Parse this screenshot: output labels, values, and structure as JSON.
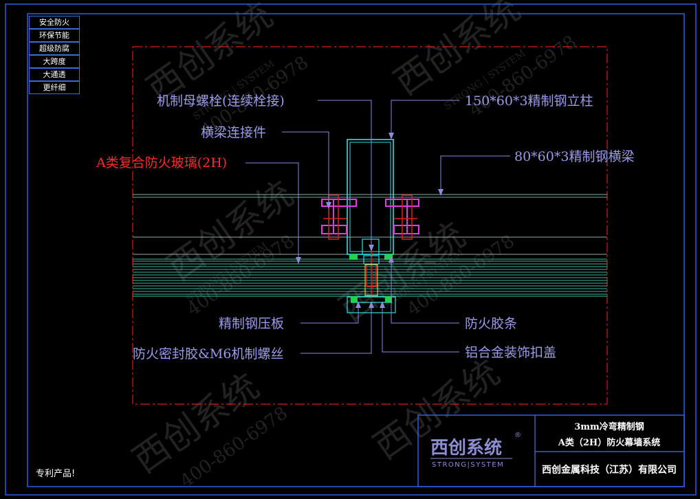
{
  "side_tags": [
    "安全防火",
    "环保节能",
    "超级防腐",
    "大跨度",
    "大通透",
    "更纤细"
  ],
  "callouts": {
    "nut_bolt": "机制母螺栓(连续栓接)",
    "connector": "横梁连接件",
    "glass": "A类复合防火玻璃(2H)",
    "column": "150*60*3精制钢立柱",
    "beam": "80*60*3精制钢横梁",
    "press_plate": "精制钢压板",
    "sealant_screw": "防火密封胶&M6机制螺丝",
    "fire_strip": "防火胶条",
    "cover": "铝合金装饰扣盖"
  },
  "patent_note": "专利产品!",
  "title_block": {
    "line1": "3mm冷弯精制钢",
    "line2": "A类（2H）防火幕墙系统",
    "company": "西创金属科技（江苏）有限公司",
    "logo_cn": "西创系统",
    "logo_en": "STRONG|SYSTEM",
    "logo_mark": "®"
  },
  "watermark": {
    "text_cn": "西创系统",
    "text_en": "STRONG | SYSTEM",
    "phone": "400-860-6978"
  },
  "colors": {
    "frame": "#2f5fe0",
    "leader": "#8c8cd8",
    "label": "#9b9bea",
    "glass_label": "#ff2a2a",
    "steel": "#33e0e0",
    "connector": "#e23ce2",
    "glass": "#3fb7a0",
    "bolt": "#e02020",
    "gasket": "#22d24a",
    "boundary": "#d81c1c"
  }
}
